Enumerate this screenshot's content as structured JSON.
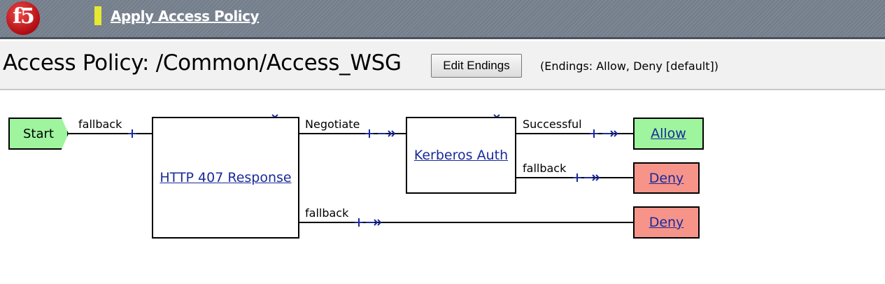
{
  "header": {
    "logo": "f5",
    "apply_link": "Apply Access Policy"
  },
  "titlebar": {
    "title": "Access Policy: /Common/Access_WSG",
    "edit_endings": "Edit Endings",
    "endings_info": "(Endings: Allow, Deny [default])"
  },
  "flow": {
    "start": "Start",
    "start_branch": "fallback",
    "http407": {
      "label": "HTTP 407 Response",
      "branches": [
        "Negotiate",
        "fallback"
      ]
    },
    "kerberos": {
      "label": "Kerberos Auth",
      "branches": [
        "Successful",
        "fallback"
      ]
    },
    "endings": [
      "Allow",
      "Deny",
      "Deny"
    ],
    "colors": {
      "allow": "#9ef59e",
      "deny": "#f7948a",
      "start": "#9ef59e",
      "connector": "#1a2a9a"
    }
  }
}
